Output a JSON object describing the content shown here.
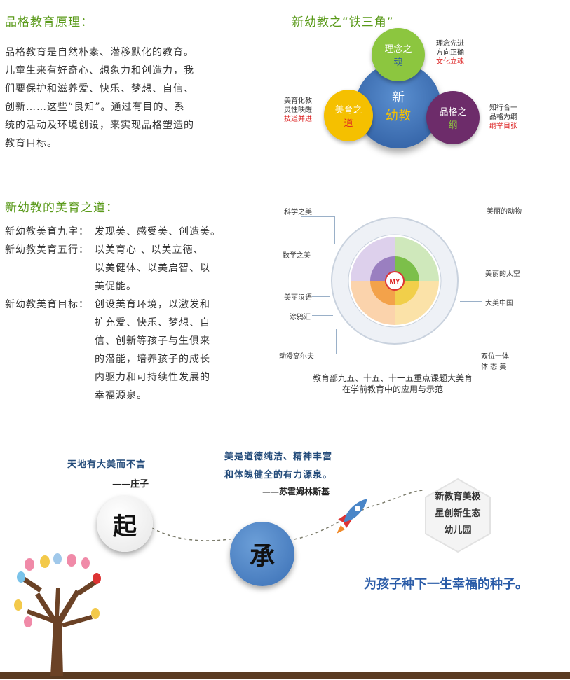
{
  "principle": {
    "title": "品格教育原理：",
    "lines": [
      "品格教育是自然朴素、潜移默化的教育。",
      "儿童生来有好奇心、想象力和创造力，我",
      "们要保护和滋养爱、快乐、梦想、自信、",
      "创新……这些“良知”。通过有目的、系",
      "统的活动及环境创设，来实现品格塑造的",
      "教育目标。"
    ]
  },
  "triangle": {
    "title": "新幼教之“铁三角”",
    "top_circle": {
      "line1": "理念之",
      "line2": "魂"
    },
    "left_circle": {
      "line1": "美育之",
      "line2": "道"
    },
    "right_circle": {
      "line1": "品格之",
      "line2": "纲"
    },
    "center": {
      "line1": "新",
      "line2": "幼教"
    },
    "note_top": {
      "line1": "理念先进",
      "line2": "方向正确",
      "line3": "文化立魂"
    },
    "note_left": {
      "line1": "美育化教",
      "line2": "灵性映醒",
      "line3": "技道并进"
    },
    "note_right": {
      "line1": "知行合一",
      "line2": "品格为纲",
      "line3": "纲举目张"
    }
  },
  "aesthetic": {
    "title": "新幼教的美育之道：",
    "rows": [
      {
        "label": "新幼教美育九字：",
        "lines": [
          "发现美、感受美、创造美。"
        ]
      },
      {
        "label": "新幼教美育五行：",
        "lines": [
          "以美育心 、以美立德、",
          "以美健体、以美启智、以",
          "美促能。"
        ]
      },
      {
        "label": "新幼教美育目标：",
        "lines": [
          "创设美育环境，以激发和",
          "扩充爱、快乐、梦想、自",
          "信、创新等孩子与生俱来",
          "的潜能，培养孩子的成长",
          "内驱力和可持续性发展的",
          "幸福源泉。"
        ]
      }
    ]
  },
  "wheel": {
    "center_label": "MY",
    "left_labels": [
      "科学之美",
      "数学之美",
      "美丽汉语",
      "涂鸦汇",
      "动漫高尔夫"
    ],
    "right_labels": [
      "美丽的动物",
      "美丽的太空",
      "大美中国",
      "双位一体",
      "体 态 美"
    ],
    "caption_line1": "教育部九五、十五、十一五重点课题大美育",
    "caption_line2": "在学前教育中的应用与示范",
    "colors": {
      "purple": "#9a7fc0",
      "green": "#7cbf4a",
      "orange": "#f3a24a",
      "yellow": "#f1cf4a",
      "ring": "#eef1f6"
    }
  },
  "journey": {
    "quote1": "天地有大美而不言",
    "quote1_author": "——庄子",
    "quote2_line1": "美是道德纯洁、精神丰富",
    "quote2_line2": "和体魄健全的有力源泉。",
    "quote2_author": "——苏霍姆林斯基",
    "circle1": "起",
    "circle2": "承",
    "hex_lines": [
      "新教育美极",
      "星创新生态",
      "幼儿园"
    ],
    "slogan": "为孩子种下一生幸福的种子。",
    "rocket_icon": "rocket-icon",
    "tree_icon": "tree-icon"
  }
}
